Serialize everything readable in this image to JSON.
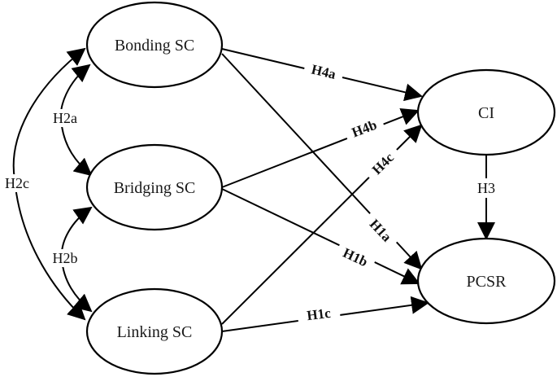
{
  "title": "Social capital hypothesis model",
  "nodes": {
    "bonding": {
      "label": "Bonding SC"
    },
    "bridging": {
      "label": "Bridging SC"
    },
    "linking": {
      "label": "Linking SC"
    },
    "ci": {
      "label": "CI"
    },
    "pcsr": {
      "label": "PCSR"
    }
  },
  "edges": {
    "h2a": {
      "label": "H2a",
      "from": "bonding",
      "to": "bridging",
      "type": "bidirectional"
    },
    "h2b": {
      "label": "H2b",
      "from": "bridging",
      "to": "linking",
      "type": "bidirectional"
    },
    "h2c": {
      "label": "H2c",
      "from": "bonding",
      "to": "linking",
      "type": "bidirectional"
    },
    "h4a": {
      "label": "H4a",
      "from": "bonding",
      "to": "ci",
      "type": "directed"
    },
    "h4b": {
      "label": "H4b",
      "from": "bridging",
      "to": "ci",
      "type": "directed"
    },
    "h4c": {
      "label": "H4c",
      "from": "linking",
      "to": "ci",
      "type": "directed"
    },
    "h1a": {
      "label": "H1a",
      "from": "bonding",
      "to": "pcsr",
      "type": "directed"
    },
    "h1b": {
      "label": "H1b",
      "from": "bridging",
      "to": "pcsr",
      "type": "directed"
    },
    "h1c": {
      "label": "H1c",
      "from": "linking",
      "to": "pcsr",
      "type": "directed"
    },
    "h3": {
      "label": "H3",
      "from": "ci",
      "to": "pcsr",
      "type": "directed"
    }
  }
}
